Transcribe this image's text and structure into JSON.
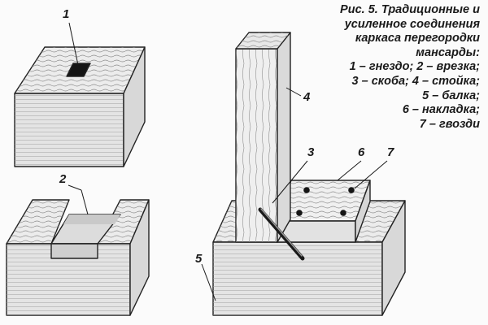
{
  "caption": {
    "title_lines": [
      "Рис. 5. Традиционные и",
      "усиленное соединения",
      "каркаса перегородки",
      "мансарды:"
    ],
    "legend_lines": [
      "1 – гнездо; 2 – врезка;",
      "3 – скоба; 4 – стойка;",
      "5 – балка;",
      "6 – накладка;",
      "7 – гвозди"
    ]
  },
  "callouts": [
    "1",
    "2",
    "3",
    "4",
    "5",
    "6",
    "7"
  ]
}
